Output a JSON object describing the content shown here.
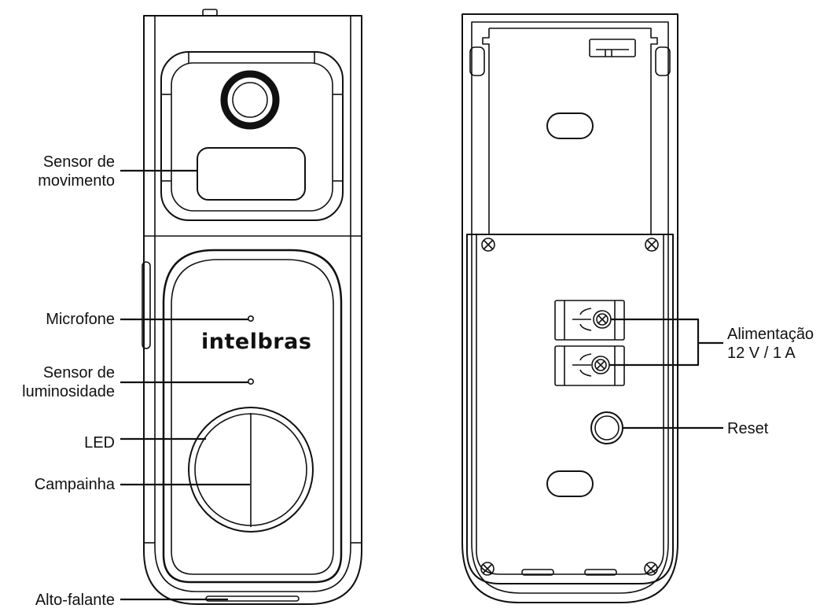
{
  "brand_logo": "intelbras",
  "front_labels": {
    "motion_sensor": [
      "Sensor de",
      "movimento"
    ],
    "microphone": "Microfone",
    "light_sensor": [
      "Sensor de",
      "luminosidade"
    ],
    "led": "LED",
    "doorbell": "Campainha",
    "speaker": "Alto-falante"
  },
  "back_labels": {
    "power": [
      "Alimentação",
      "12 V / 1 A"
    ],
    "reset": "Reset"
  },
  "colors": {
    "stroke": "#111111",
    "background": "#ffffff"
  }
}
